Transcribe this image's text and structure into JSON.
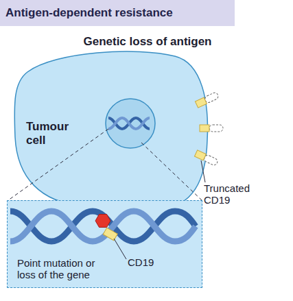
{
  "diagram": {
    "title": "Antigen-dependent resistance",
    "nodes": [
      {
        "text": [
          "Tumour cell"
        ]
      },
      {
        "text": [
          "Point mutation or loss of the gene"
        ]
      }
    ],
    "labels": [
      "Genetic loss of antigen",
      "Truncated CD19",
      "CD19"
    ]
  }
}
